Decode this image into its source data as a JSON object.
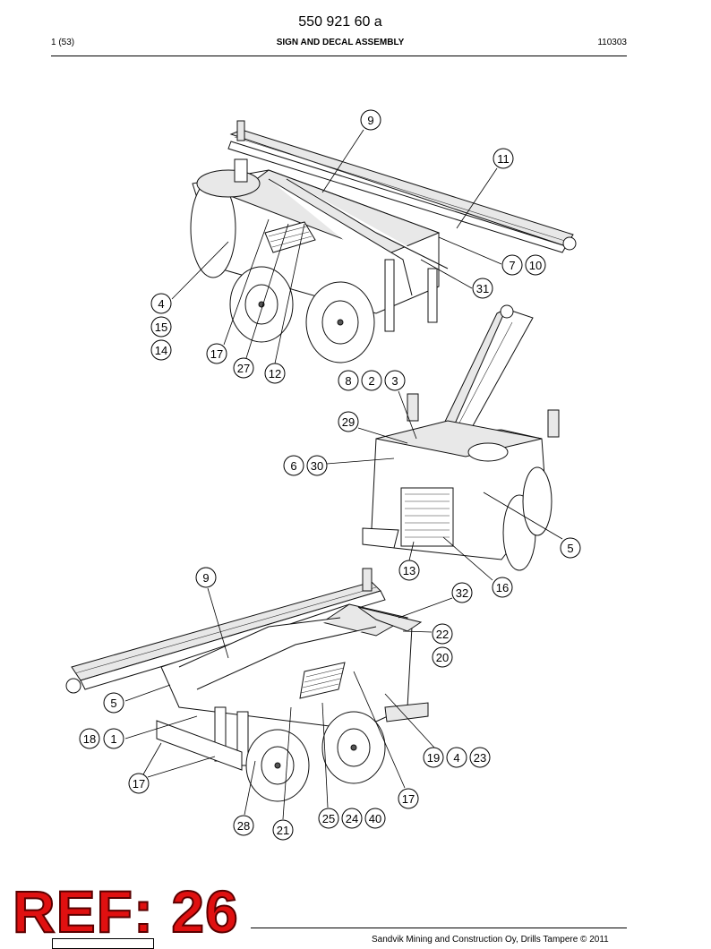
{
  "header": {
    "doc_number": "550 921 60 a",
    "page": "1 (53)",
    "title": "SIGN AND DECAL ASSEMBLY",
    "code": "110303"
  },
  "footer": {
    "ref": "REF: 26",
    "copyright": "Sandvik Mining and Construction Oy, Drills Tampere © 2011"
  },
  "callouts": [
    "9",
    "11",
    "7",
    "10",
    "31",
    "4",
    "15",
    "14",
    "17",
    "27",
    "12",
    "8",
    "2",
    "3",
    "29",
    "6",
    "30",
    "5",
    "13",
    "16",
    "9",
    "32",
    "22",
    "20",
    "5",
    "18",
    "1",
    "19",
    "4",
    "23",
    "17",
    "17",
    "28",
    "21",
    "25",
    "24",
    "40"
  ]
}
